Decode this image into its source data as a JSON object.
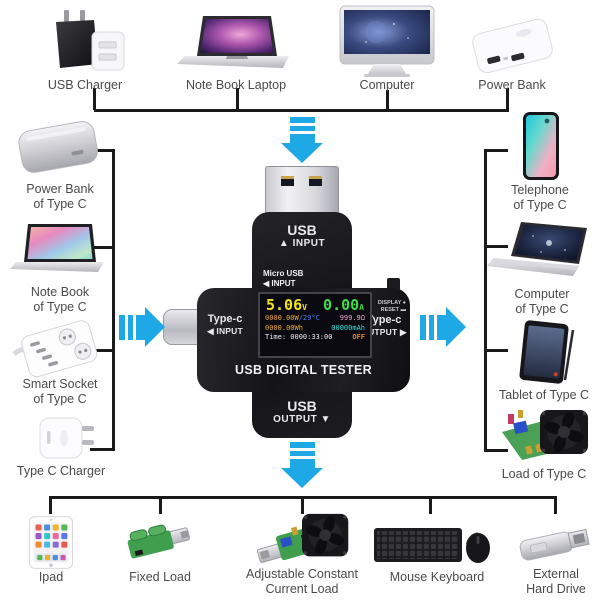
{
  "colors": {
    "arrow": "#1fa8e6",
    "connector_line": "#1a1a1a",
    "label_text": "#4a4a4a",
    "screen_voltage": "#f2e41c",
    "screen_current": "#3ede4a",
    "screen_power": "#f0a83c",
    "screen_temperature": "#4f7df5",
    "screen_resistance": "#f0a8cc",
    "screen_energy": "#f0a83c",
    "screen_capacity": "#38e0d4",
    "screen_time": "#f0f0f0",
    "screen_state": "#f08020"
  },
  "top_row": [
    {
      "label": "USB Charger",
      "icon": "usb-charger-image"
    },
    {
      "label": "Note Book Laptop",
      "icon": "notebook-laptop-image"
    },
    {
      "label": "Computer",
      "icon": "computer-image"
    },
    {
      "label": "Power Bank",
      "icon": "power-bank-image"
    }
  ],
  "left_column": [
    {
      "label": "Power Bank\nof Type C",
      "icon": "power-bank-type-c-image"
    },
    {
      "label": "Note Book\nof Type C",
      "icon": "notebook-type-c-image"
    },
    {
      "label": "Smart Socket\nof Type C",
      "icon": "smart-socket-image"
    },
    {
      "label": "Type C Charger",
      "icon": "type-c-charger-image"
    }
  ],
  "right_column": [
    {
      "label": "Telephone\nof Type C",
      "icon": "telephone-image"
    },
    {
      "label": "Computer\nof Type C",
      "icon": "computer-type-c-image"
    },
    {
      "label": "Tablet of Type C",
      "icon": "tablet-image"
    },
    {
      "label": "Load of Type C",
      "icon": "load-type-c-image"
    }
  ],
  "bottom_row": [
    {
      "label": "Ipad",
      "icon": "ipad-image"
    },
    {
      "label": "Fixed Load",
      "icon": "fixed-load-image"
    },
    {
      "label": "Adjustable Constant\nCurrent Load",
      "icon": "adjustable-load-image"
    },
    {
      "label": "Mouse Keyboard",
      "icon": "mouse-keyboard-image"
    },
    {
      "label": "External\nHard Drive",
      "icon": "external-hard-drive-image"
    }
  ],
  "tester": {
    "device_name": "USB DIGITAL TESTER",
    "top_port": {
      "title": "USB",
      "sub": "▲ INPUT"
    },
    "left_port": {
      "title": "Type-c",
      "sub": "◀ INPUT"
    },
    "right_port": {
      "title": "Type-c",
      "sub": "OUTPUT ▶",
      "display_label": "DISPLAY ●",
      "reset_label": "RESET ▬"
    },
    "bottom_port": {
      "title": "USB",
      "sub": "OUTPUT ▼"
    },
    "micro_usb_label": "Micro USB\n◀ INPUT",
    "screen": {
      "voltage": "5.06",
      "voltage_unit": "V",
      "current": "0.00",
      "current_unit": "A",
      "power": "0000.00W",
      "temperature": "/29°C",
      "resistance": "999.9Ω",
      "energy": "0000.00Wh",
      "capacity": "00000mAh",
      "time": "Time: 0000:33:00",
      "load_state": "OFF"
    }
  }
}
